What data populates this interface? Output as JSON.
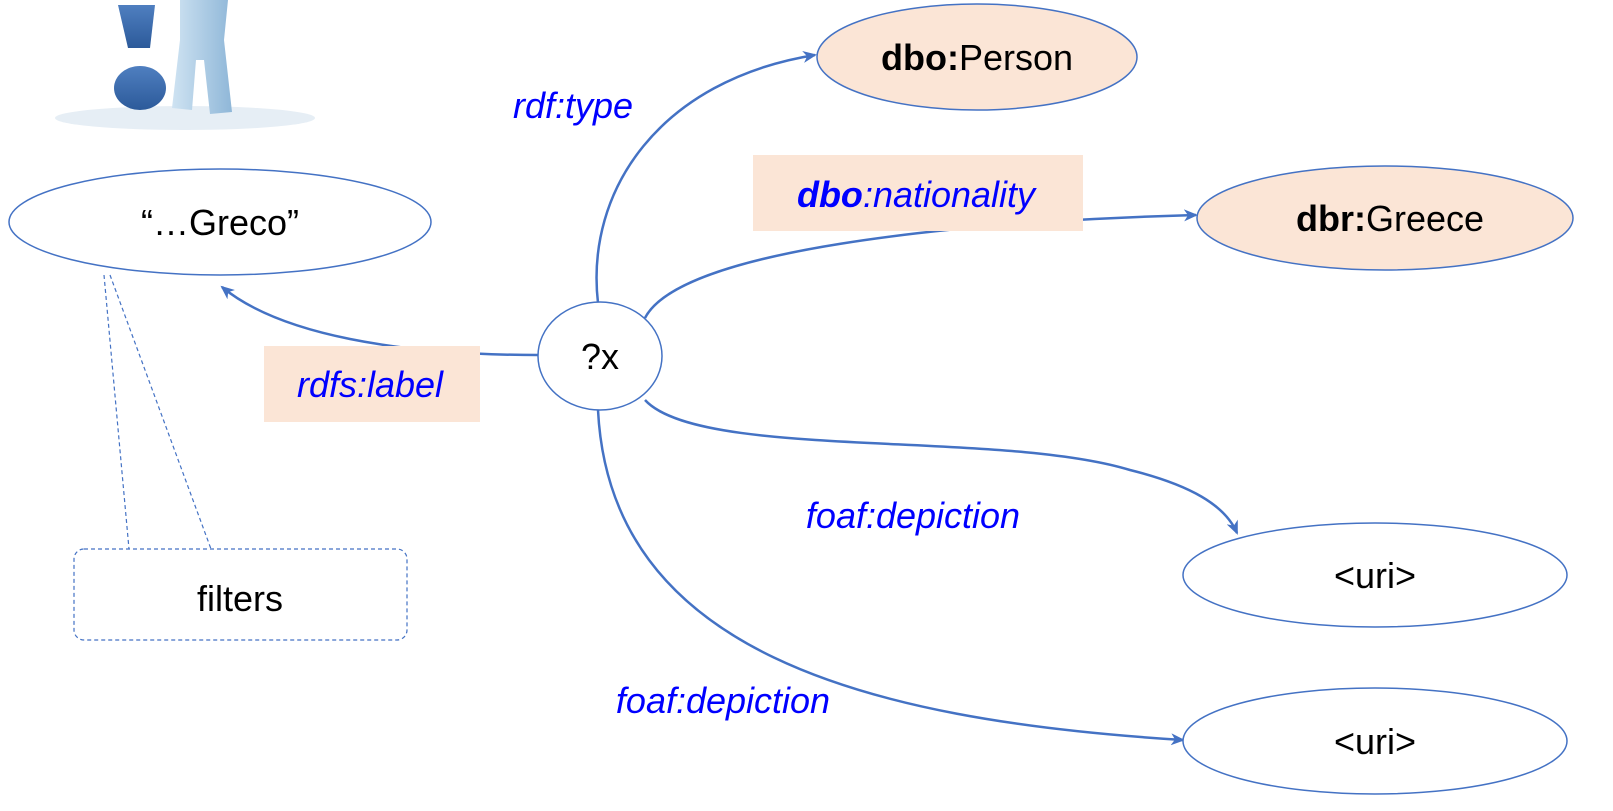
{
  "colors": {
    "edge": "#4472c4",
    "node_stroke": "#4472c4",
    "highlight_fill": "#fbe5d6",
    "edge_label": "#0000ff",
    "text": "#000000"
  },
  "icon": {
    "name": "question-person-icon"
  },
  "nodes": {
    "variable": {
      "text": "?x"
    },
    "person": {
      "prefix": "dbo:",
      "local": "Person"
    },
    "greece": {
      "prefix": "dbr:",
      "local": "Greece"
    },
    "greco": {
      "text": "“…Greco”"
    },
    "uri1": {
      "text": "<uri>"
    },
    "uri2": {
      "text": "<uri>"
    },
    "filters": {
      "text": "filters"
    }
  },
  "edges": {
    "type": {
      "prefix": "rdf:",
      "local": "type"
    },
    "nationality": {
      "prefix": "dbo",
      "local": ":nationality"
    },
    "label": {
      "text": "rdfs:label"
    },
    "depiction1": {
      "text": "foaf:depiction"
    },
    "depiction2": {
      "text": "foaf:depiction"
    }
  }
}
